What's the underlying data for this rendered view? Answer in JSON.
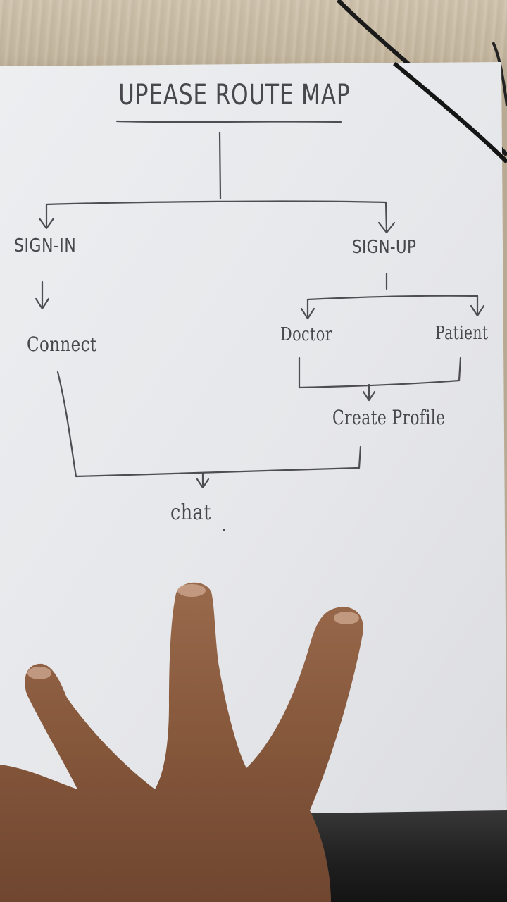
{
  "diagram": {
    "title": "UPEASE ROUTE MAP",
    "nodes": {
      "sign_in": "SIGN-IN",
      "sign_up": "SIGN-UP",
      "connect": "Connect",
      "doctor": "Doctor",
      "patient": "Patient",
      "create_profile": "Create Profile",
      "chat": "chat"
    },
    "edges": [
      {
        "from": "title",
        "to": "sign_in"
      },
      {
        "from": "title",
        "to": "sign_up"
      },
      {
        "from": "sign_in",
        "to": "connect"
      },
      {
        "from": "sign_up",
        "to": "doctor"
      },
      {
        "from": "sign_up",
        "to": "patient"
      },
      {
        "from": "doctor",
        "to": "create_profile"
      },
      {
        "from": "patient",
        "to": "create_profile"
      },
      {
        "from": "connect",
        "to": "chat"
      },
      {
        "from": "create_profile",
        "to": "chat"
      }
    ]
  },
  "colors": {
    "paper": "#e9eaec",
    "ink": "#4a4a4f",
    "desk": "#c4b59c",
    "skin": "#8a5a3e"
  }
}
